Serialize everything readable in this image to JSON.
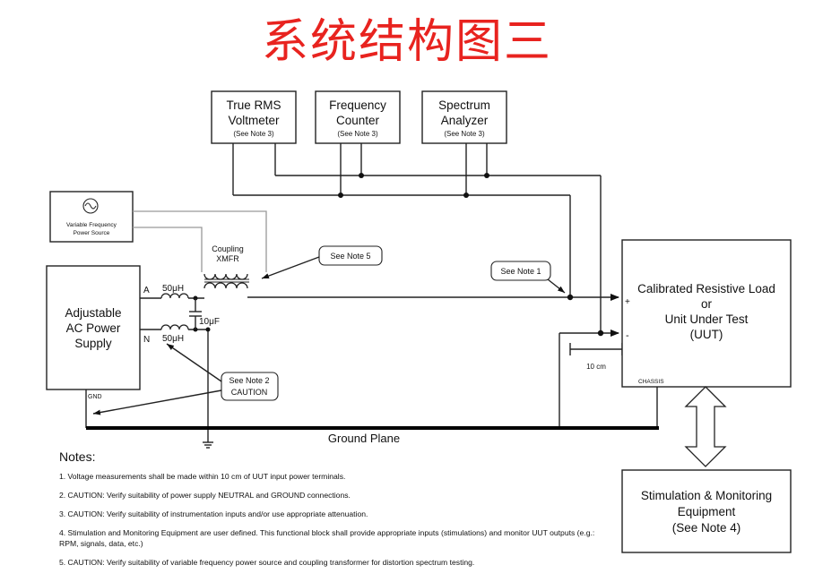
{
  "title": "系统结构图三",
  "boxes": {
    "voltmeter": {
      "line1": "True RMS",
      "line2": "Voltmeter",
      "note": "(See Note 3)"
    },
    "counter": {
      "line1": "Frequency",
      "line2": "Counter",
      "note": "(See Note 3)"
    },
    "analyzer": {
      "line1": "Spectrum",
      "line2": "Analyzer",
      "note": "(See Note 3)"
    },
    "vfps": {
      "line1": "Variable Frequency",
      "line2": "Power Source"
    },
    "ac_supply": {
      "line1": "Adjustable",
      "line2": "AC Power",
      "line3": "Supply",
      "gnd": "GND"
    },
    "load": {
      "line1": "Calibrated Resistive Load",
      "line2": "or",
      "line3": "Unit Under Test",
      "line4": "(UUT)",
      "chassis": "CHASSIS",
      "plus": "+",
      "minus": "-"
    },
    "stim": {
      "line1": "Stimulation & Monitoring",
      "line2": "Equipment",
      "line3": "(See Note 4)"
    }
  },
  "labels": {
    "coupling1": "Coupling",
    "coupling2": "XMFR",
    "term_a": "A",
    "term_n": "N",
    "ind_a": "50μH",
    "ind_n": "50μH",
    "cap": "10μF",
    "dist": "10 cm",
    "ground_plane": "Ground Plane"
  },
  "callouts": {
    "note5": "See Note 5",
    "note1": "See Note 1",
    "note2_line1": "See Note 2",
    "note2_line2": "CAUTION"
  },
  "notes": {
    "heading": "Notes:",
    "items": [
      "1. Voltage measurements shall be made within 10 cm of UUT input power terminals.",
      "2. CAUTION: Verify suitability of power supply NEUTRAL and GROUND connections.",
      "3. CAUTION: Verify suitability of instrumentation inputs and/or use appropriate attenuation.",
      "4. Stimulation and Monitoring Equipment are user defined. This functional block shall provide appropriate inputs (stimulations) and monitor UUT outputs (e.g.: RPM, signals, data, etc.)",
      "5. CAUTION: Verify suitability of variable frequency power source and coupling transformer for distortion spectrum testing."
    ]
  }
}
